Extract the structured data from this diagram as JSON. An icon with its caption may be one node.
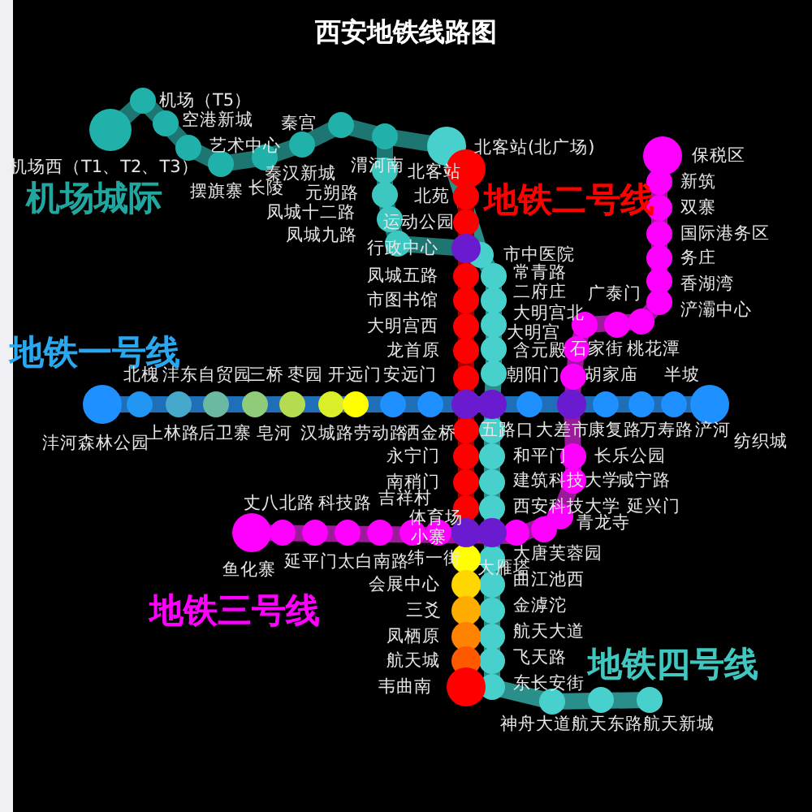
{
  "diagram": {
    "title": "西安地铁线路图",
    "labels": [
      "机场（T5）",
      "空港新城",
      "秦宫",
      "艺术中心",
      "北客站(北广场)",
      "保税区",
      "机场西（T1、T2、T3）",
      "秦汉新城",
      "渭河南",
      "北客站",
      "新筑",
      "机场城际",
      "摆旗寨",
      "长陵",
      "凤城十二路",
      "元朔路",
      "北苑",
      "地铁二号线",
      "双寨",
      "运动公园",
      "凤城九路",
      "国际港务区",
      "行政中心",
      "市中医院",
      "务庄",
      "凤城五路",
      "常青路",
      "市图书馆",
      "二府庄",
      "广泰门",
      "香湖湾",
      "大明宫北",
      "浐灞中心",
      "大明宫西",
      "大明宫",
      "地铁一号线",
      "龙首原",
      "含元殿",
      "石家街",
      "桃花潭",
      "北槐",
      "沣东自贸园",
      "三桥",
      "枣园",
      "开远门",
      "安远门",
      "朝阳门",
      "胡家庙",
      "半坡",
      "上林路",
      "后卫寨",
      "皂河",
      "汉城路",
      "劳动路",
      "洒金桥",
      "五路口",
      "大差市",
      "康复路",
      "万寿路",
      "浐河",
      "沣河森林公园",
      "纺织城",
      "永宁门",
      "和平门",
      "长乐公园",
      "南稍门",
      "建筑科技大学",
      "咸宁路",
      "丈八北路",
      "科技路",
      "吉祥村",
      "体育场",
      "西安科技大学",
      "延兴门",
      "青龙寺",
      "小寨",
      "鱼化寨",
      "延平门",
      "太白南路",
      "纬一街",
      "大雁塔",
      "大唐芙蓉园",
      "会展中心",
      "曲江池西",
      "地铁三号线",
      "三爻",
      "金滹沱",
      "凤栖原",
      "航天大道",
      "航天城",
      "飞天路",
      "韦曲南",
      "东长安街",
      "地铁四号线",
      "神舟大道",
      "航天东路",
      "航天新城"
    ]
  }
}
